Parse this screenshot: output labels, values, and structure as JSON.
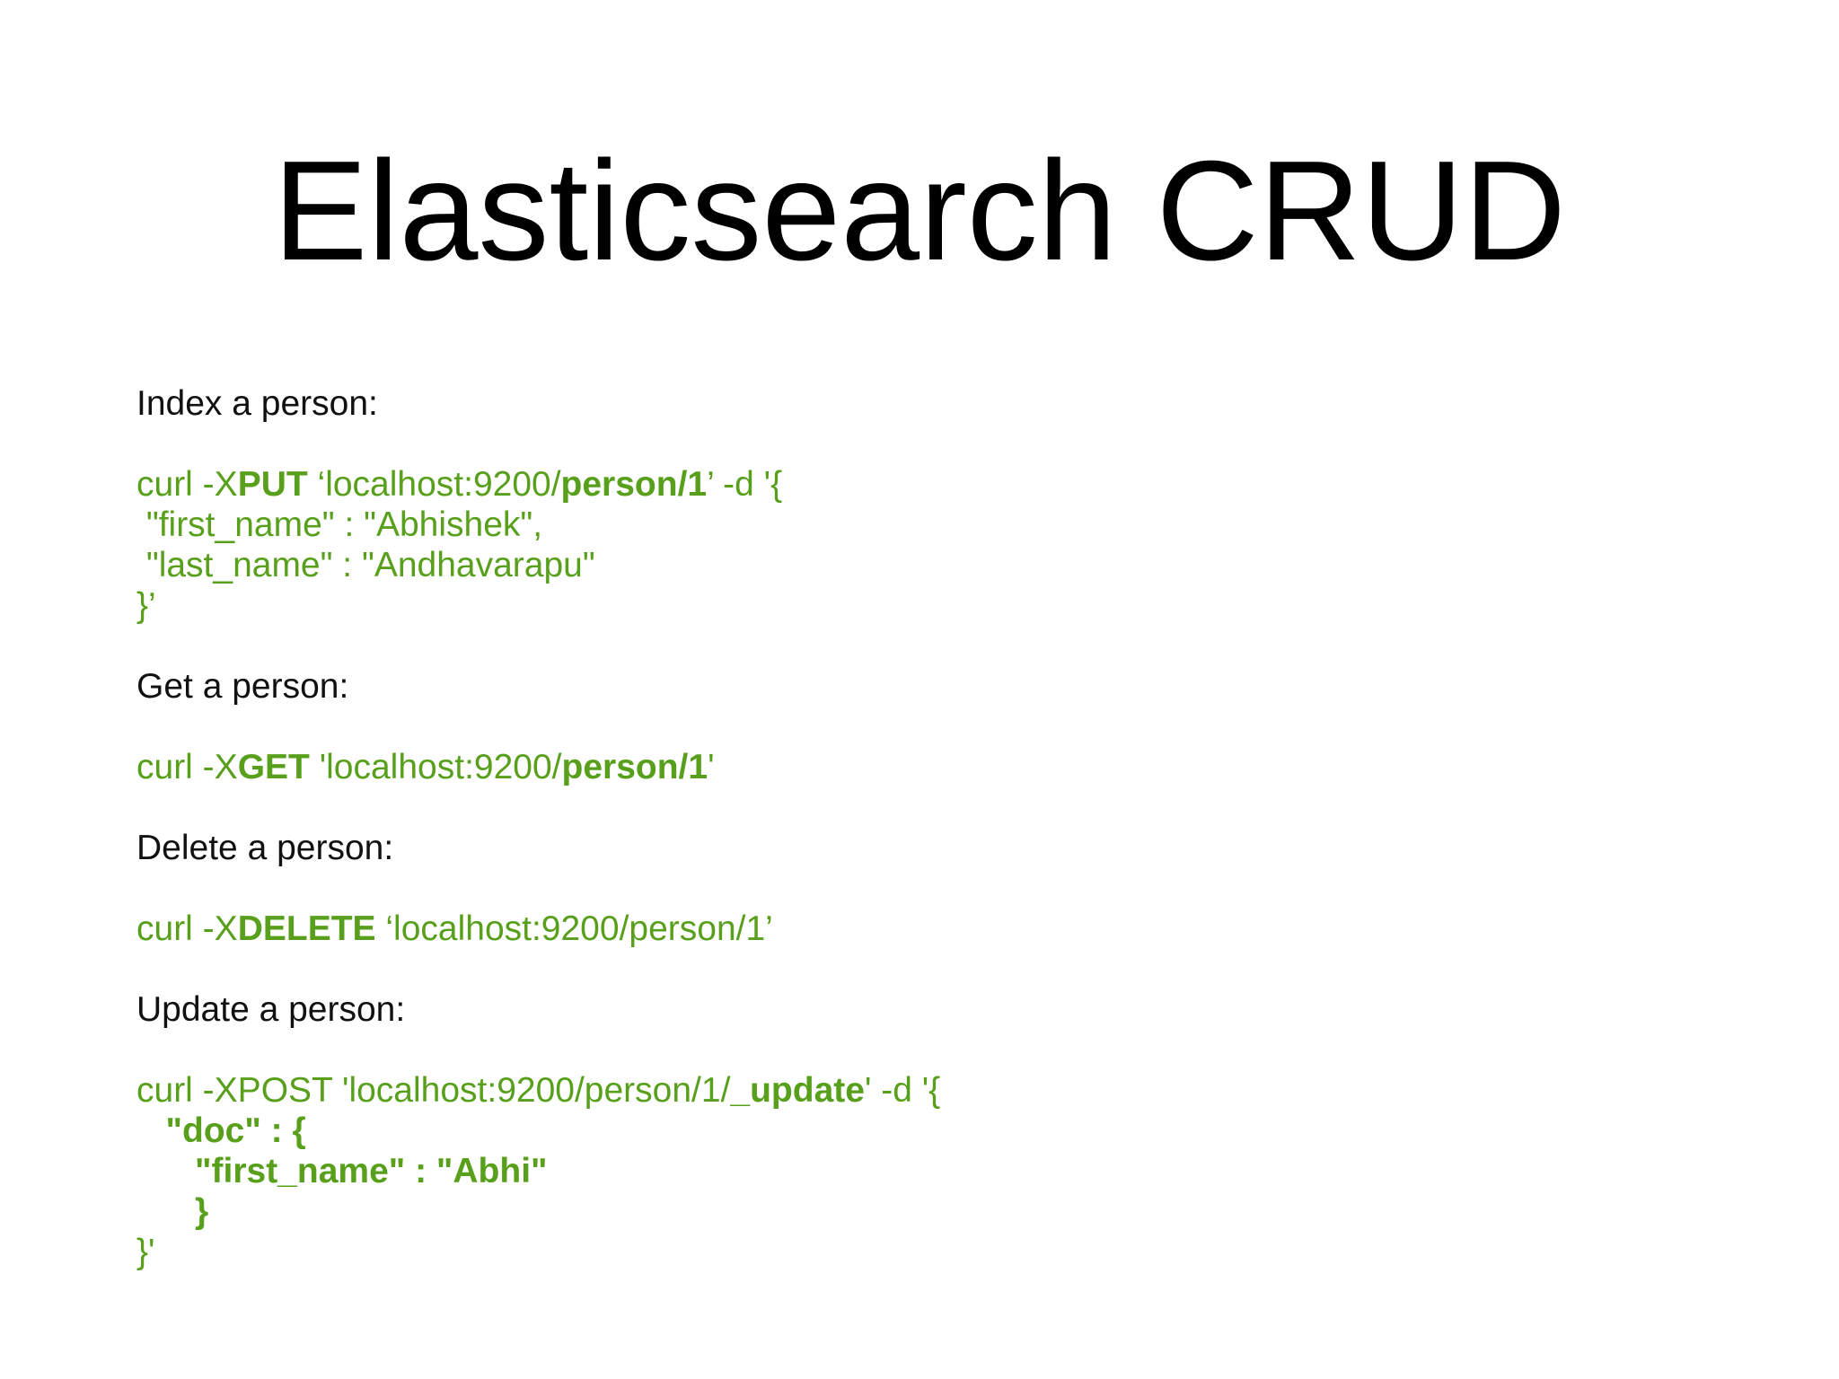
{
  "slide": {
    "title": "Elasticsearch CRUD",
    "colors": {
      "background": "#ffffff",
      "title_text": "#000000",
      "label_text": "#111111",
      "code": "#58a01c"
    },
    "sections": [
      {
        "label": "Index a person:",
        "code_lines": [
          [
            {
              "t": "curl -X"
            },
            {
              "t": "PUT",
              "b": true
            },
            {
              "t": " ‘localhost:9200/"
            },
            {
              "t": "person/1",
              "b": true
            },
            {
              "t": "’ -d '{"
            }
          ],
          [
            {
              "t": " \"first_name\" : \"Abhishek\","
            }
          ],
          [
            {
              "t": " \"last_name\" : \"Andhavarapu\""
            }
          ],
          [
            {
              "t": "}’"
            }
          ]
        ]
      },
      {
        "label": "Get a person:",
        "code_lines": [
          [
            {
              "t": "curl -X"
            },
            {
              "t": "GET",
              "b": true
            },
            {
              "t": " 'localhost:9200/"
            },
            {
              "t": "person/1",
              "b": true
            },
            {
              "t": "'"
            }
          ]
        ]
      },
      {
        "label": "Delete a person:",
        "code_lines": [
          [
            {
              "t": "curl -X"
            },
            {
              "t": "DELETE",
              "b": true
            },
            {
              "t": " ‘localhost:9200/person/1’"
            }
          ]
        ]
      },
      {
        "label": "Update a person:",
        "code_lines": [
          [
            {
              "t": "curl -XPOST 'localhost:9200/person/1/"
            },
            {
              "t": "_update",
              "b": true
            },
            {
              "t": "' -d '{"
            }
          ],
          [
            {
              "t": "   "
            },
            {
              "t": "\"doc\" : {",
              "b": true
            }
          ],
          [
            {
              "t": "      "
            },
            {
              "t": "\"first_name\" : \"Abhi\"",
              "b": true
            }
          ],
          [
            {
              "t": "      "
            },
            {
              "t": "}",
              "b": true
            }
          ],
          [
            {
              "t": "}'"
            }
          ]
        ]
      }
    ]
  }
}
